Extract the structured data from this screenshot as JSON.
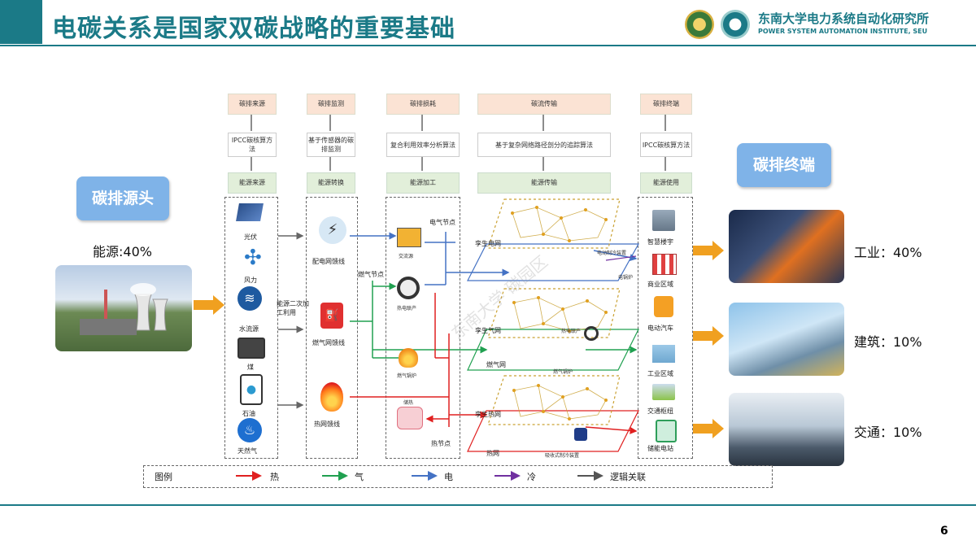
{
  "header": {
    "title": "电碳关系是国家双碳战略的重要基础",
    "institute_cn": "东南大学电力系统自动化研究所",
    "institute_en": "POWER SYSTEM AUTOMATION INSTITUTE, SEU"
  },
  "page_number": "6",
  "left": {
    "source_label": "碳排源头",
    "energy_stat": "能源:40%"
  },
  "right": {
    "terminal_label": "碳排终端",
    "industry": "工业：40%",
    "building": "建筑：10%",
    "transport": "交通：10%"
  },
  "diagram": {
    "top_row": [
      "碳排来源",
      "碳排监测",
      "碳排损耗",
      "碳流传输",
      "碳排终端"
    ],
    "middle_row": [
      "IPCC碳核算方法",
      "基于传感器的碳排监测",
      "复合利用效率分析算法",
      "基于复杂网络路径剖分的追踪算法",
      "IPCC碳核算方法"
    ],
    "green_row": [
      "能源来源",
      "能源转换",
      "能源加工",
      "能源传输",
      "能源使用"
    ],
    "sources": [
      "光伏",
      "风力",
      "水流源",
      "煤",
      "石油",
      "天然气"
    ],
    "conversion": [
      "配电网馈线",
      "燃气网馈线",
      "热网馈线"
    ],
    "secondary_label": "能源二次加工利用",
    "processing": [
      "交流源",
      "热电联产",
      "燃气锅炉",
      "储热"
    ],
    "nodes": [
      "电气节点",
      "燃气节点",
      "热节点"
    ],
    "networks": [
      "孪生电网",
      "孪生气网",
      "燃气网",
      "孪生热网",
      "热网"
    ],
    "network_devices": [
      "电动制冷装置",
      "电锅炉",
      "热电联产",
      "燃气锅炉",
      "吸收式制冷装置"
    ],
    "terminals": [
      "智慧楼宇",
      "商业区域",
      "电动汽车",
      "工业区域",
      "交通枢纽",
      "储能电站"
    ],
    "watermark": "东南大学 碳园区"
  },
  "legend": {
    "title": "图例",
    "items": [
      {
        "label": "热",
        "color": "#e02020"
      },
      {
        "label": "气",
        "color": "#20a050"
      },
      {
        "label": "电",
        "color": "#4472c4"
      },
      {
        "label": "冷",
        "color": "#7030a0"
      },
      {
        "label": "逻辑关联",
        "color": "#555555"
      }
    ]
  }
}
